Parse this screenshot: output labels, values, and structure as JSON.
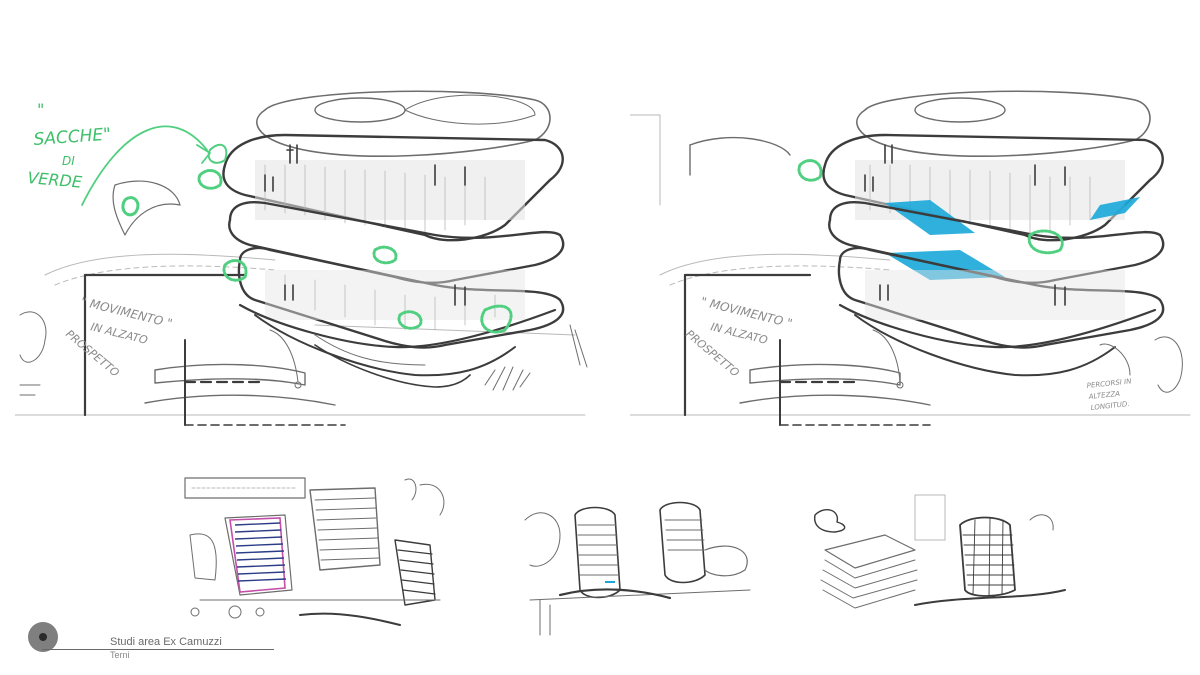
{
  "footer": {
    "title": "Studi area Ex Camuzzi",
    "subtitle": "Terni"
  },
  "annotations": {
    "green_quote": "\"",
    "green_line1": "SACCHE\"",
    "green_line2": "DI",
    "green_line3": "VERDE",
    "movement_line1": "\" MOVIMENTO \"",
    "movement_line2": "IN ALZATO",
    "movement_line3": "PROSPETTO",
    "right_movement_line1": "\" MOVIMENTO \"",
    "right_movement_line2": "IN ALZATO",
    "right_movement_line3": "PROSPETTO",
    "right_note_line1": "PERCORSI IN",
    "right_note_line2": "ALTEZZA",
    "right_note_line3": "LONGITUD."
  },
  "colors": {
    "accent_green": "#4fcf7f",
    "accent_blue": "#1aa7d8",
    "pencil": "#6d6d6d"
  },
  "icons": {
    "logo": "circle-logo-icon"
  }
}
